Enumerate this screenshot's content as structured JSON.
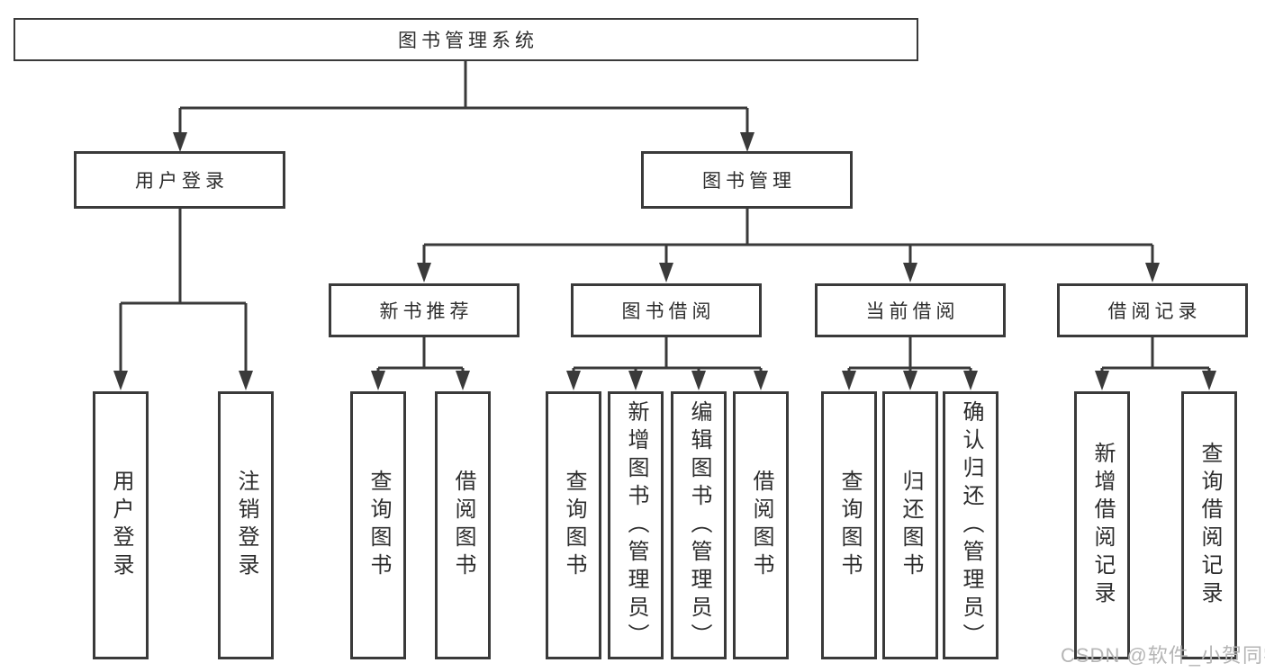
{
  "diagram": {
    "title": "图书管理系统",
    "branches": [
      {
        "label": "用户登录",
        "children": [
          "用户登录",
          "注销登录"
        ]
      },
      {
        "label": "图书管理",
        "groups": [
          {
            "label": "新书推荐",
            "children": [
              "查询图书",
              "借阅图书"
            ]
          },
          {
            "label": "图书借阅",
            "children": [
              "查询图书",
              "新增图书（管理员）",
              "编辑图书（管理员）",
              "借阅图书"
            ]
          },
          {
            "label": "当前借阅",
            "children": [
              "查询图书",
              "归还图书",
              "确认归还（管理员）"
            ]
          },
          {
            "label": "借阅记录",
            "children": [
              "新增借阅记录",
              "查询借阅记录"
            ]
          }
        ]
      }
    ]
  },
  "watermark": "CSDN @软件_小贺同学",
  "colors": {
    "line": "#3a3a3a",
    "text": "#2d2d2d",
    "background": "#ffffff",
    "watermark": "#b5b5b5"
  }
}
